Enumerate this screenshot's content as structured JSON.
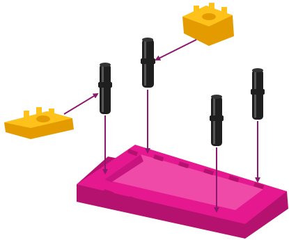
{
  "figure": {
    "type": "assembly-instruction",
    "parts": [
      {
        "name": "magenta-base-plate",
        "kind": "base plate",
        "color": "#e6188f"
      },
      {
        "name": "yellow-connector-left",
        "kind": "connector",
        "color": "#ffc21a"
      },
      {
        "name": "yellow-connector-right",
        "kind": "connector",
        "color": "#ffc21a"
      },
      {
        "name": "black-rod-1",
        "kind": "rod",
        "color": "#1f1f1f"
      },
      {
        "name": "black-rod-2",
        "kind": "rod",
        "color": "#1f1f1f"
      },
      {
        "name": "black-rod-3",
        "kind": "rod",
        "color": "#1f1f1f"
      },
      {
        "name": "black-rod-4",
        "kind": "rod",
        "color": "#1f1f1f"
      }
    ],
    "steps": {
      "connectors_to_rods": 2,
      "rods_into_base_plate": 4
    },
    "colors": {
      "arrow": "#8b1a6e",
      "base": "#e6188f",
      "base_dark": "#b5126f",
      "base_inner": "#f04aa8",
      "connector": "#ffc21a",
      "connector_dark": "#e39b00",
      "rod": "#1f1f1f",
      "rod_highlight": "#555555"
    }
  }
}
